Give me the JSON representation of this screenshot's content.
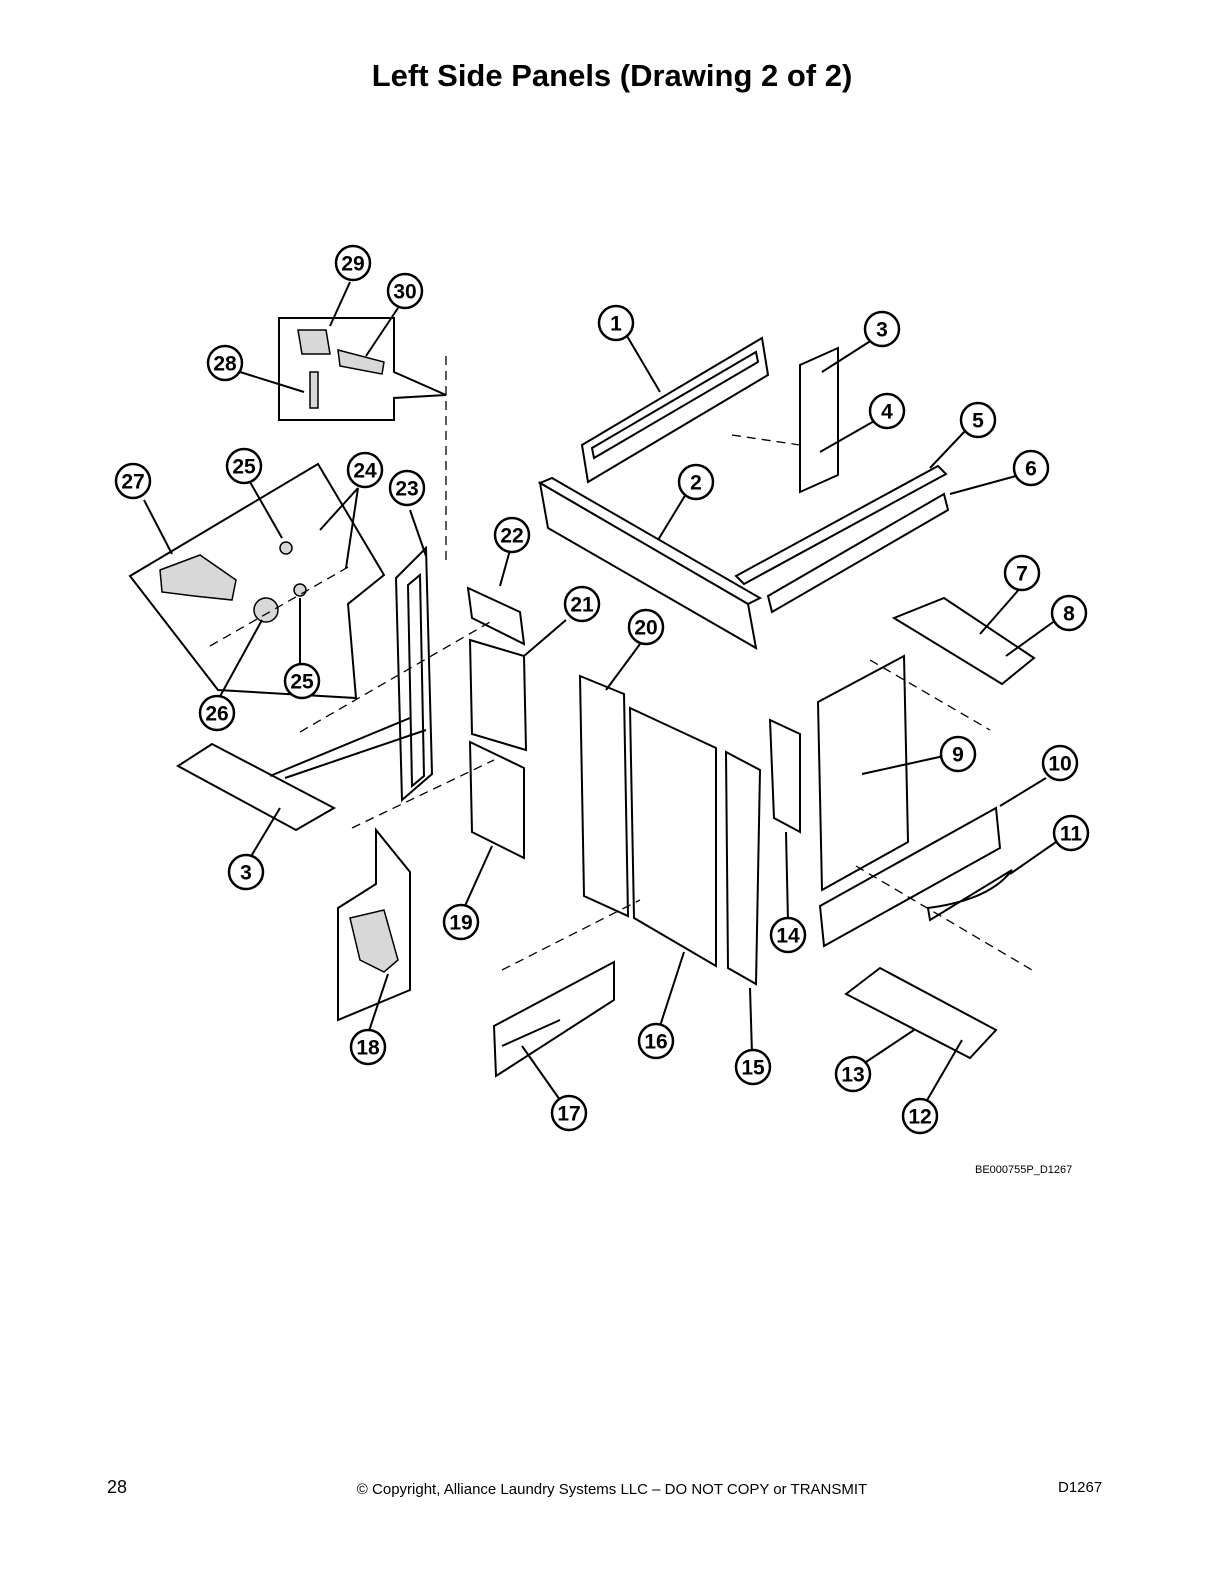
{
  "title": "Left Side Panels (Drawing 2 of 2)",
  "drawing_id": "BE000755P_D1267",
  "callouts": [
    "1",
    "2",
    "3",
    "4",
    "5",
    "6",
    "7",
    "8",
    "9",
    "10",
    "11",
    "12",
    "13",
    "14",
    "15",
    "16",
    "17",
    "18",
    "19",
    "20",
    "21",
    "22",
    "23",
    "24",
    "25",
    "26",
    "27",
    "28",
    "29",
    "30"
  ],
  "callout_extra": {
    "three_b": "3",
    "twentyfive_b": "25"
  },
  "footer": {
    "page_number": "28",
    "copyright": "© Copyright, Alliance Laundry Systems LLC – DO NOT COPY or TRANSMIT",
    "doc_code": "D1267"
  }
}
